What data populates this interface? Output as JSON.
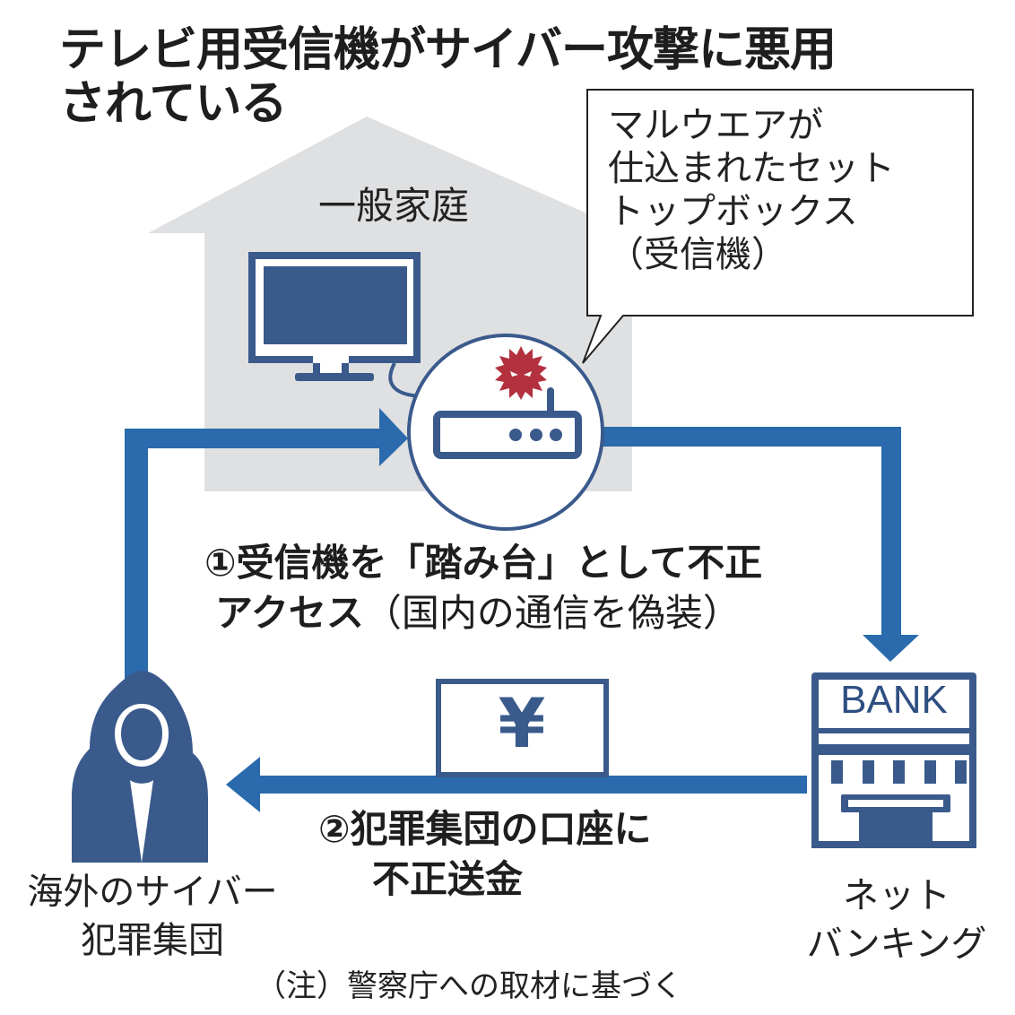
{
  "title": {
    "line1": "テレビ用受信機がサイバー攻撃に悪用",
    "line2": "されている"
  },
  "house": {
    "label": "一般家庭"
  },
  "callout": {
    "lines": [
      "マルウエアが",
      "仕込まれたセット",
      "トップボックス",
      "（受信機）"
    ]
  },
  "steps": {
    "step1": {
      "line1": "①受信機を「踏み台」として不正",
      "line2_bold": "アクセス",
      "line2_normal": "（国内の通信を偽装）"
    },
    "step2": {
      "line1": "②犯罪集団の口座に",
      "line2": "不正送金"
    }
  },
  "actors": {
    "criminal": {
      "line1": "海外のサイバー",
      "line2": "犯罪集団"
    },
    "bank": {
      "sign": "BANK",
      "line1": "ネット",
      "line2": "バンキング"
    }
  },
  "money": {
    "symbol": "¥"
  },
  "note": "（注）警察庁への取材に基づく",
  "colors": {
    "arrow": "#2a6aad",
    "icon_navy": "#3a5a8c",
    "house_gray": "#dfe0e2",
    "malware_red": "#b3303e"
  }
}
